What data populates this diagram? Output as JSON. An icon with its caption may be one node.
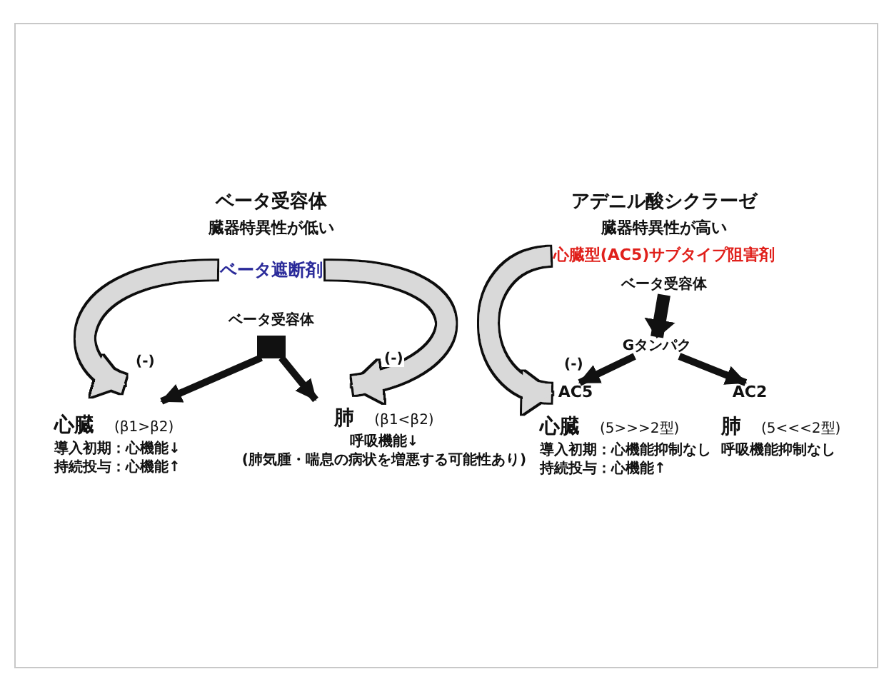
{
  "diagram": {
    "nodes": [
      {
        "text": [
          "ベータ遮断剤"
        ]
      },
      {
        "text": [
          "ベータ受容体"
        ]
      },
      {
        "text": [
          "心臓",
          "導入初期：心機能↓",
          "持続投与：心機能↑"
        ],
        "beside": [
          "(β1>β2)"
        ]
      },
      {
        "text": [
          "肺",
          "呼吸機能↓",
          "(肺気腫・喘息の病状を増悪する可能性あり)"
        ],
        "beside": [
          "(β1<β2)"
        ]
      },
      {
        "text": [
          "心臓型(AC5)サブタイプ阻害剤"
        ]
      },
      {
        "text": [
          "ベータ受容体"
        ]
      },
      {
        "text": [
          "Gタンパク"
        ]
      },
      {
        "text": [
          "AC5"
        ]
      },
      {
        "text": [
          "AC2"
        ]
      },
      {
        "text": [
          "心臓",
          "導入初期：心機能抑制なし",
          "持続投与：心機能↑"
        ],
        "beside": [
          "(5>>>2型)"
        ]
      },
      {
        "text": [
          "肺",
          "呼吸機能抑制なし"
        ],
        "beside": [
          "(5<<<2型)"
        ]
      }
    ],
    "edges": [
      {
        "from": 0,
        "to": 2,
        "arrow": "to",
        "label": "(-)",
        "style": "thick",
        "color": "#d9d9d9"
      },
      {
        "from": 0,
        "to": 3,
        "arrow": "to",
        "label": "(-)",
        "style": "thick",
        "color": "#d9d9d9"
      },
      {
        "from": 1,
        "to": 2,
        "arrow": "to"
      },
      {
        "from": 1,
        "to": 3,
        "arrow": "to"
      },
      {
        "from": 4,
        "to": 7,
        "arrow": "to",
        "label": "(-)",
        "style": "thick",
        "color": "#d9d9d9"
      },
      {
        "from": 5,
        "to": 6,
        "arrow": "to",
        "style": "thick"
      },
      {
        "from": 6,
        "to": 7,
        "arrow": "to"
      },
      {
        "from": 6,
        "to": 8,
        "arrow": "to"
      }
    ],
    "labels": [
      "ベータ受容体",
      "臓器特異性が低い",
      "アデニル酸シクラーゼ",
      "臓器特異性が高い"
    ]
  }
}
